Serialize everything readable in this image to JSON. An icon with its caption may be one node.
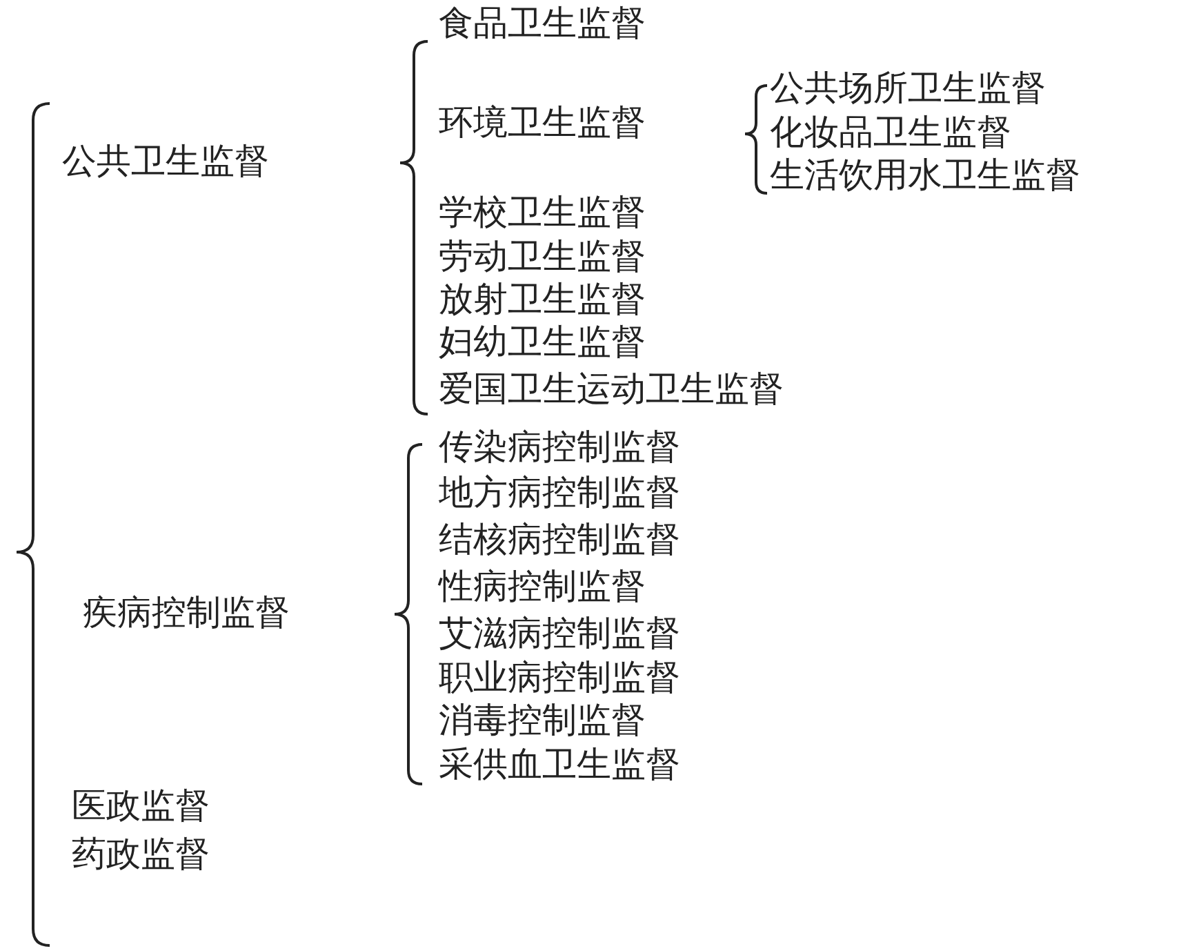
{
  "diagram": {
    "labels": [
      "公共卫生监督",
      "食品卫生监督",
      "环境卫生监督",
      "公共场所卫生监督",
      "化妆品卫生监督",
      "生活饮用水卫生监督",
      "学校卫生监督",
      "劳动卫生监督",
      "放射卫生监督",
      "妇幼卫生监督",
      "爱国卫生运动卫生监督",
      "疾病控制监督",
      "传染病控制监督",
      "地方病控制监督",
      "结核病控制监督",
      "性病控制监督",
      "艾滋病控制监督",
      "职业病控制监督",
      "消毒控制监督",
      "采供血卫生监督",
      "医政监督",
      "药政监督"
    ]
  }
}
